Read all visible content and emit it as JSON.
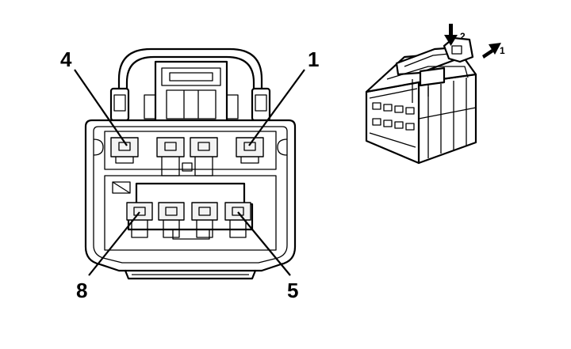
{
  "front_view": {
    "pin_labels": {
      "top_left": "4",
      "top_right": "1",
      "bottom_left": "8",
      "bottom_right": "5"
    }
  },
  "iso_view": {
    "arrow_labels": {
      "press": "2",
      "slide": "1"
    }
  }
}
